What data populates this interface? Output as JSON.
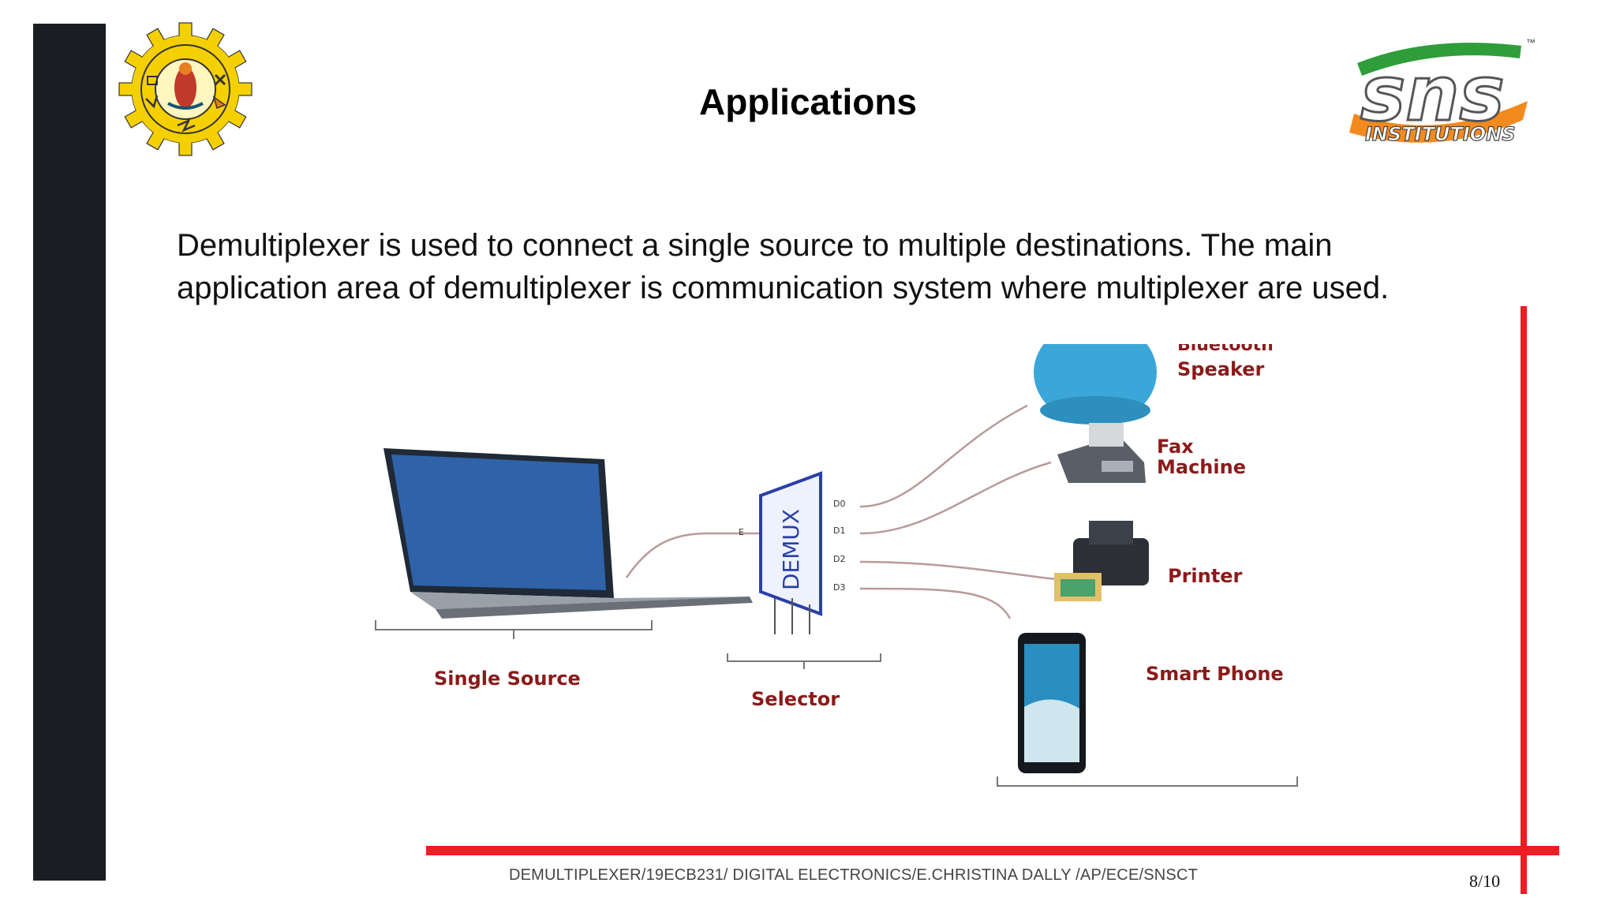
{
  "slide": {
    "title": "Applications",
    "body_lines": [
      "Demultiplexer is used to connect a single source to multiple destinations. The main",
      "application area of demultiplexer is communication system where multiplexer are used."
    ],
    "footer": "DEMULTIPLEXER/19ECB231/ DIGITAL ELECTRONICS/E.CHRISTINA DALLY /AP/ECE/SNSCT",
    "page_number": "8/10"
  },
  "logos": {
    "right_brand": "sns",
    "right_sub": "INSTITUTIONS",
    "right_tm": "™"
  },
  "diagram": {
    "source_label": "Single Source",
    "selector_label": "Selector",
    "demux_label": "DEMUX",
    "input_label": "E",
    "outputs": [
      "D0",
      "D1",
      "D2",
      "D3"
    ],
    "destinations": {
      "speaker_line1": "Bluetooth",
      "speaker_line2": "Speaker",
      "fax_line1": "Fax",
      "fax_line2": "Machine",
      "printer": "Printer",
      "phone": "Smart Phone"
    }
  },
  "colors": {
    "accent_red": "#ef1c24",
    "left_bar": "#1b1d22",
    "diagram_label": "#8b1a1a",
    "logo_yellow": "#f5d000",
    "logo_orange": "#f28a1e",
    "logo_green": "#2e9d3a"
  }
}
